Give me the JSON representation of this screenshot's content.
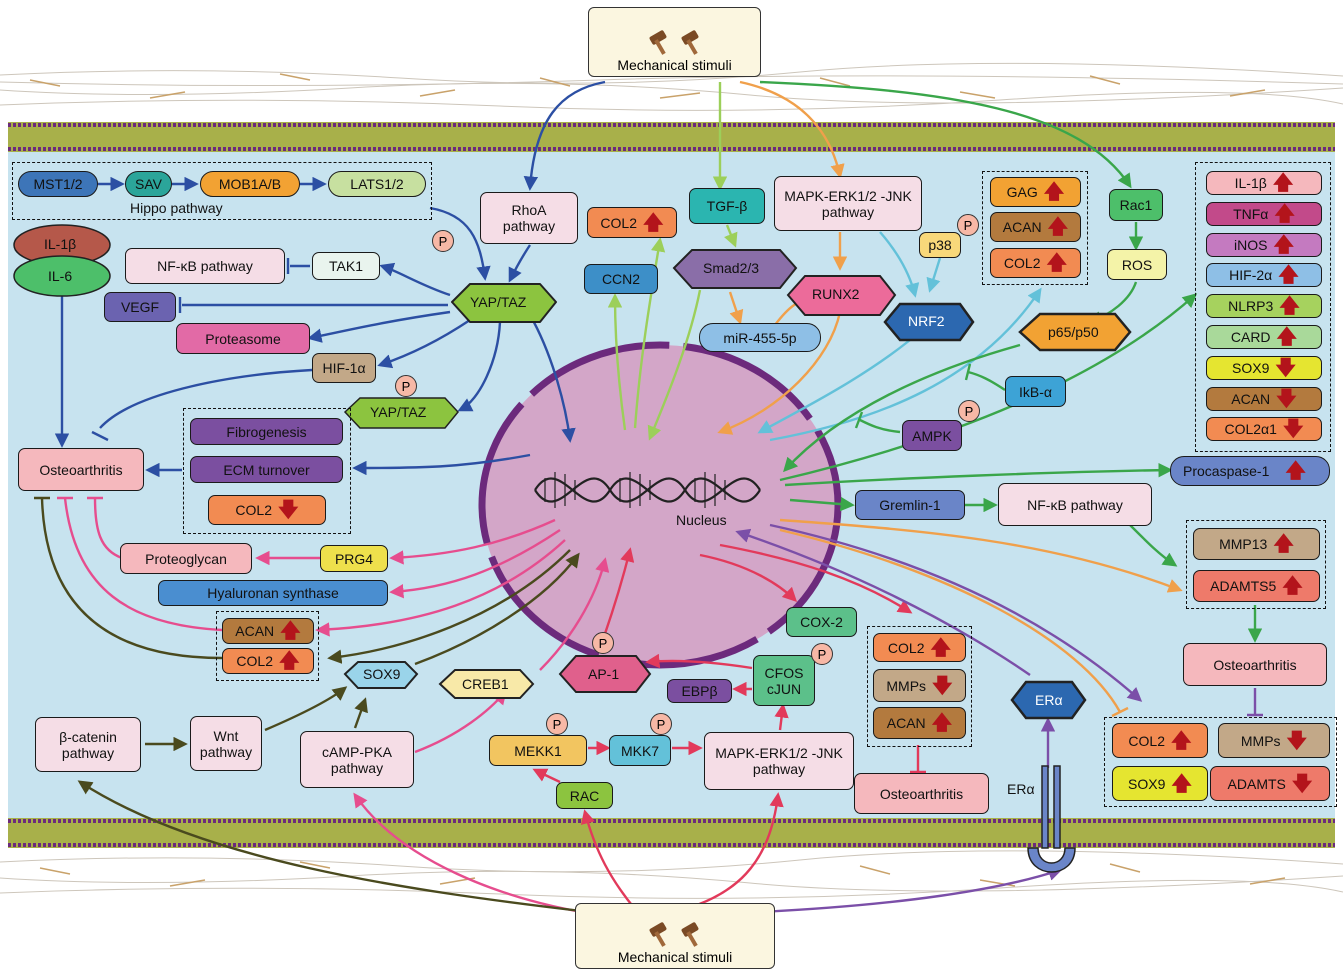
{
  "mechanical_top": "Mechanical stimuli",
  "mechanical_bottom": "Mechanical stimuli",
  "hippo": {
    "label": "Hippo pathway",
    "mst": "MST1/2",
    "sav": "SAV",
    "mob": "MOB1A/B",
    "lats": "LATS1/2"
  },
  "rhoa": "RhoA pathway",
  "p": "P",
  "yaptaz": "YAP/TAZ",
  "il1b": "IL-1β",
  "il6": "IL-6",
  "nfkb_left": "NF-κB pathway",
  "tak1": "TAK1",
  "vegf": "VEGF",
  "proteasome": "Proteasome",
  "hif1a": "HIF-1α",
  "fibrogenesis": "Fibrogenesis",
  "ecm": "ECM turnover",
  "col2": "COL2",
  "osteoarthritis": "Osteoarthritis",
  "proteoglycan": "Proteoglycan",
  "prg4": "PRG4",
  "hyaluronan": "Hyaluronan synthase",
  "acan": "ACAN",
  "sox9": "SOX9",
  "creb1": "CREB1",
  "bcatenin": "β-catenin pathway",
  "wnt": "Wnt pathway",
  "camp": "cAMP-PKA pathway",
  "ccn2": "CCN2",
  "tgfb": "TGF-β",
  "smad": "Smad2/3",
  "mir": "miR-455-5p",
  "runx2": "RUNX2",
  "mapk_top": "MAPK-ERK1/2 -JNK pathway",
  "mapk_bottom": "MAPK-ERK1/2 -JNK pathway",
  "nrf2": "NRF2",
  "gag": "GAG",
  "p38": "p38",
  "rac1": "Rac1",
  "ros": "ROS",
  "p65": "p65/p50",
  "ikba": "IkB-α",
  "ampk": "AMPK",
  "nucleus": "Nucleus",
  "right_list": [
    "IL-1β",
    "TNFα",
    "iNOS",
    "HIF-2α",
    "NLRP3",
    "CARD",
    "SOX9",
    "ACAN",
    "COL2α1"
  ],
  "right_list_dirs": [
    "up",
    "up",
    "up",
    "up",
    "up",
    "up",
    "down",
    "down",
    "down"
  ],
  "procaspase": "Procaspase-1",
  "gremlin": "Gremlin-1",
  "nfkb_right": "NF-κB pathway",
  "mmp13": "MMP13",
  "adamts5": "ADAMTS5",
  "mmps": "MMPs",
  "adamts": "ADAMTS",
  "era": "ERα",
  "cox2": "COX-2",
  "cfos": "CFOS cJUN",
  "ap1": "AP-1",
  "ebpb": "EBPβ",
  "mekk1": "MEKK1",
  "mkk7": "MKK7",
  "rac": "RAC",
  "arrow_up": "🡅",
  "arrow_down": "🡇",
  "colors": {
    "cytoplasm": "#c7e3ef",
    "membrane_purple": "#6c2a7c",
    "membrane_green": "#8a9b2e",
    "nucleus": "#d3a6c8",
    "ecm_line": "#c9a26a"
  }
}
